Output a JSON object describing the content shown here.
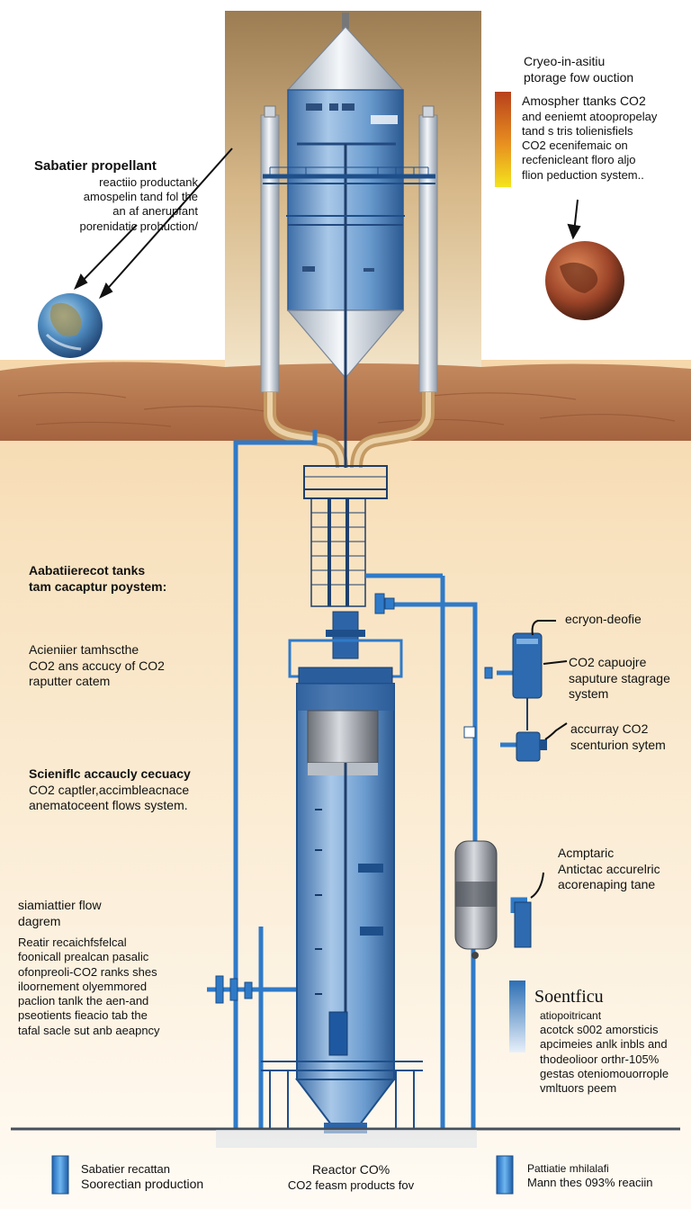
{
  "labels": {
    "top_left_title": "Sabatier propellant",
    "top_left_lines": [
      "reactiio productank",
      "amospelin tand fol the",
      "an af anerupfant",
      "porenidatic prohuction/"
    ],
    "top_right_title": [
      "Cryeo-in-asitiu",
      "ptorage fow ouction"
    ],
    "top_right_lines": [
      "Amospher ttanks CO2",
      "and eeniemt atoopropelay",
      "tand s tris tolienisfiels",
      "CO2 ecenifemaic on",
      "recfenicleant floro aljo",
      "flion peduction system.."
    ],
    "mid_left_title": [
      "Aabatiierecot tanks",
      "tam cacaptur poystem:"
    ],
    "mid_left_lines": [
      "Acieniier tamhscthe",
      "CO2 ans accucy of CO2",
      "raputter catem"
    ],
    "sci_left_title": [
      "Scieniflc accaucly cecuacy",
      "CO2 captler,accimbleacnace"
    ],
    "sci_left_line": "anematoceent flows system.",
    "flow_title": [
      "siamiattier flow",
      "dagrem"
    ],
    "flow_lines": [
      "Reatir recaichfsfelcal",
      "foonicall prealcan pasalic",
      "ofonpreoli-CO2 ranks shes",
      "iloornement olyemmored",
      "paclion tanlk the aen-and",
      "pseotients fieacio tab the",
      "tafal sacle sut anb aeapncy"
    ],
    "right_1": "ecryon-deofie",
    "right_2": [
      "CO2 capuojre",
      "saputure stagrage",
      "system"
    ],
    "right_3": [
      "accurray CO2",
      "scenturion sytem"
    ],
    "right_4": [
      "Acmptaric",
      "Antictac accurelric",
      "acorenaping tane"
    ],
    "sci_right_title": "Soentficu",
    "sci_right_lines": [
      "atiopoitricant",
      "acotck s002 amorsticis",
      "apcimeies anlk inbls and",
      "thodeolioor orthr-105%",
      "gestas oteniomouorrople",
      "vmltuors peem"
    ]
  },
  "legend": [
    {
      "line1": "Sabatier recattan",
      "line2": "Soorectian production"
    },
    {
      "line1": "Reactor CO%",
      "line2": "CO2 feasm products fov"
    },
    {
      "line1": "Pattiatie mhilalafi",
      "line2": "Mann thes 093% reaciin"
    }
  ],
  "colors": {
    "sky_top": "#a8875a",
    "sky_bottom": "#f6efe4",
    "ground": "#b07048",
    "lower_bg_top": "#f0c890",
    "lower_bg_bottom": "#fffaf2",
    "pipe_blue": "#2f7ac8",
    "tank_blue": "#6e9fd0",
    "tank_dark": "#2d5c96",
    "silver": "#c9d2dc",
    "tan_pipe": "#d8b484",
    "co2_gradient": [
      "#c0401a",
      "#f0d820"
    ],
    "earth": "#3c78b4",
    "mars": "#a04628"
  },
  "icons": [
    "earth-icon",
    "mars-icon",
    "gradient-bar-icon",
    "blue-legend-swatch-icon"
  ]
}
